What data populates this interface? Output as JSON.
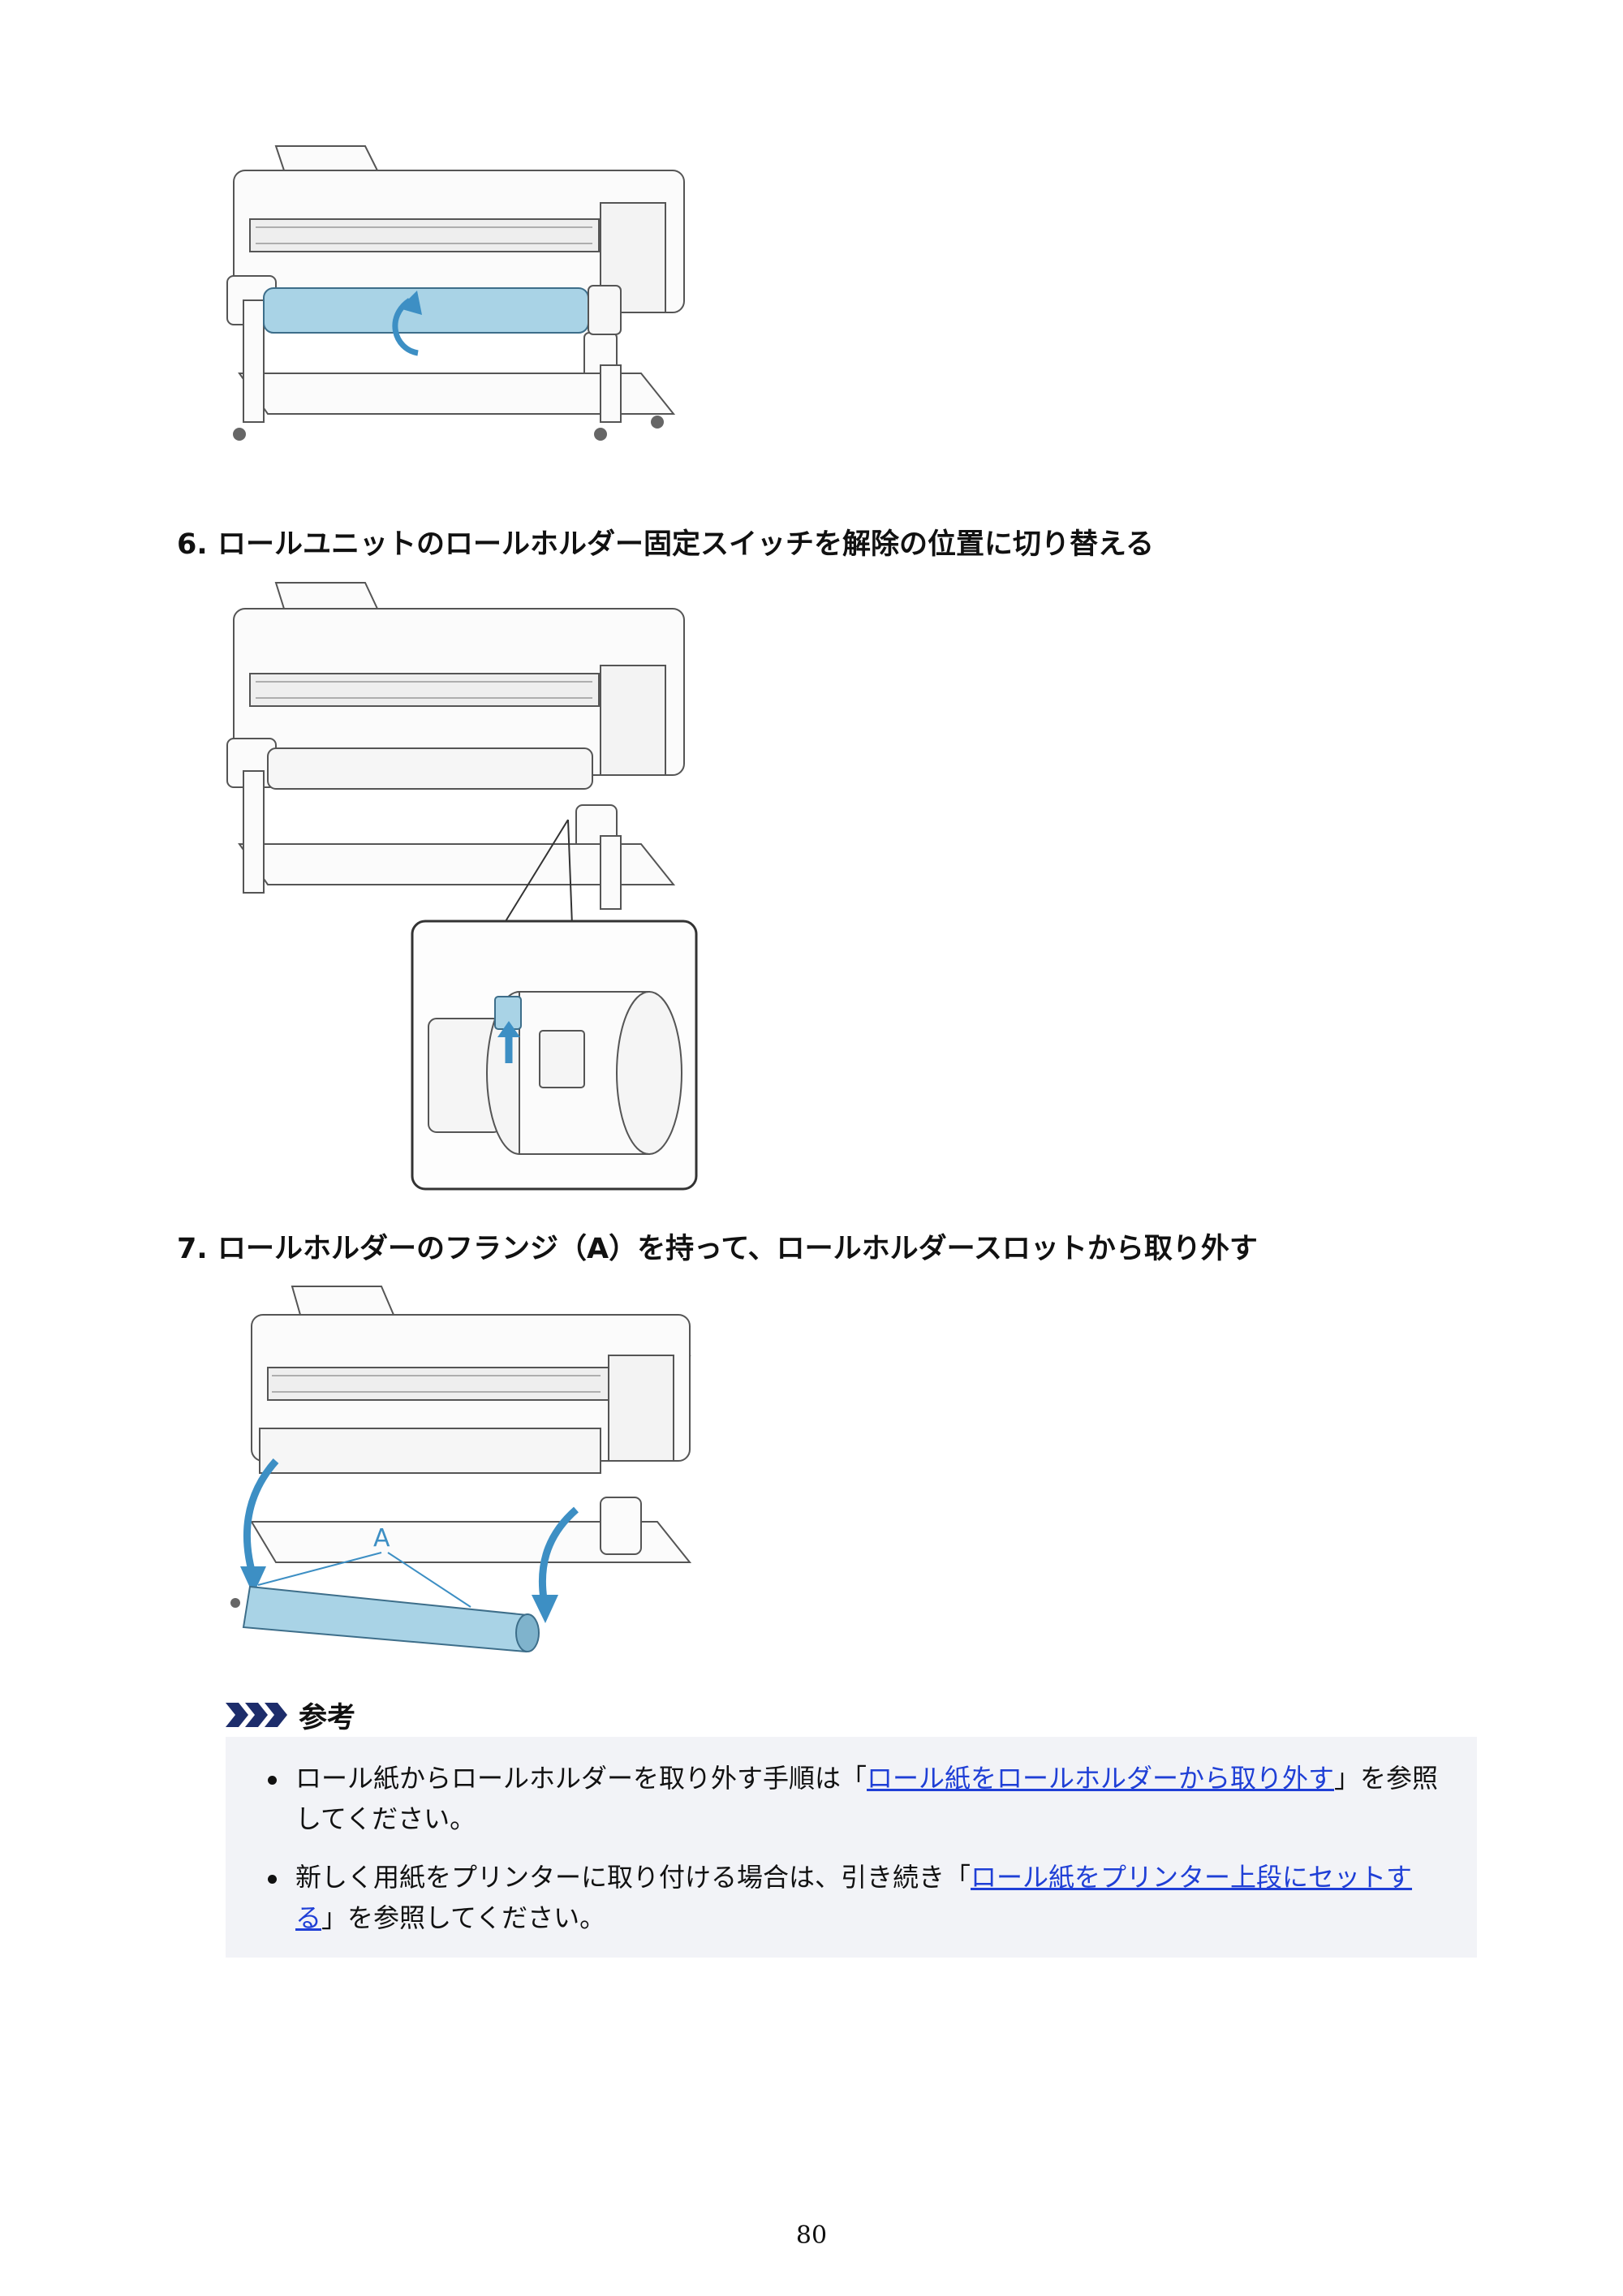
{
  "steps": [
    {
      "number": "6.",
      "text": "ロールユニットのロールホルダー固定スイッチを解除の位置に切り替える"
    },
    {
      "number": "7.",
      "text": "ロールホルダーのフランジ（A）を持って、ロールホルダースロットから取り外す"
    }
  ],
  "figure3": {
    "callout": "A"
  },
  "note": {
    "title": "参考",
    "icon": "triple-chevron-icon",
    "items": [
      {
        "before": "ロール紙からロールホルダーを取り外す手順は「",
        "link": "ロール紙をロールホルダーから取り外す",
        "after": "」を参照してください。"
      },
      {
        "before": "新しく用紙をプリンターに取り付ける場合は、引き続き「",
        "link": "ロール紙をプリンター上段にセットする",
        "after": "」を参照してください。"
      }
    ]
  },
  "page_number": "80",
  "colors": {
    "accent_blue": "#3d8fc4",
    "paper_blue": "#a9d3e6",
    "link": "#1f3fd6",
    "note_bg": "#f2f3f7"
  }
}
